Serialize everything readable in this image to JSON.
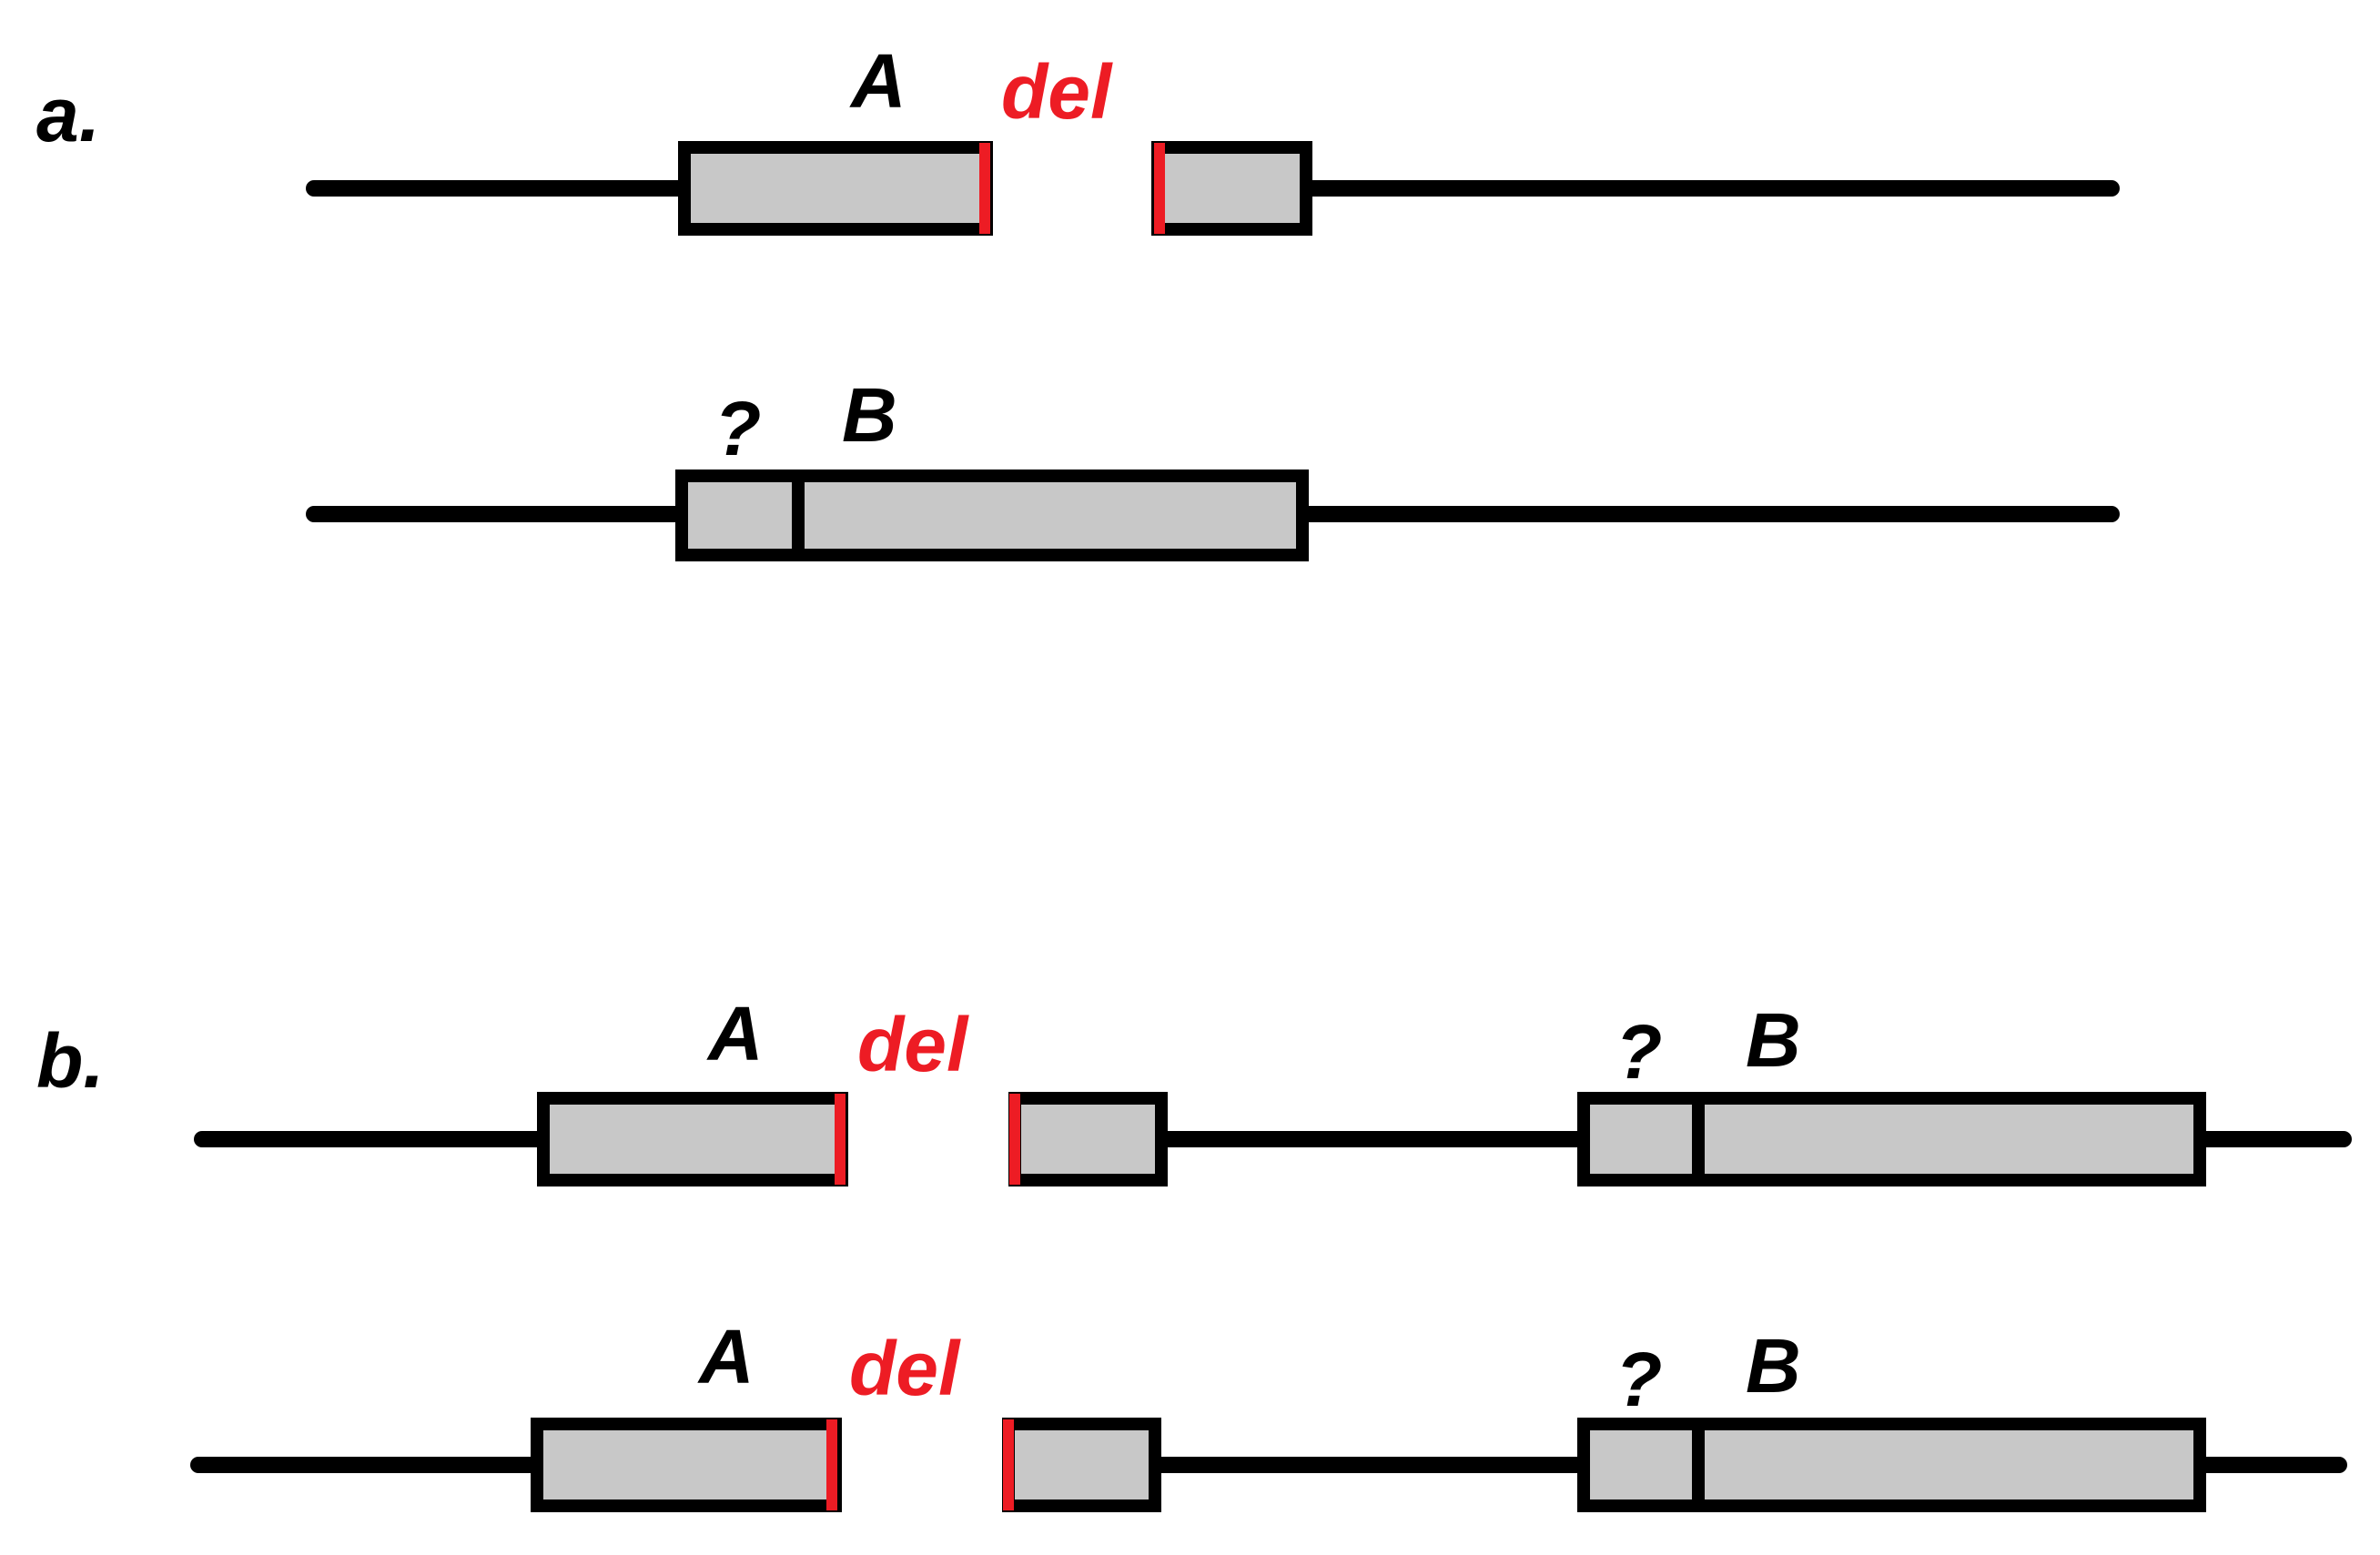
{
  "panels": [
    {
      "label": "a.",
      "rows": [
        {
          "gene_label": "A",
          "deletion_label": "del"
        },
        {
          "unknown_label": "?",
          "gene_label": "B"
        }
      ]
    },
    {
      "label": "b.",
      "rows": [
        {
          "gene_label": "A",
          "deletion_label": "del",
          "unknown_label": "?",
          "gene_label_2": "B"
        },
        {
          "gene_label": "A",
          "deletion_label": "del",
          "unknown_label": "?",
          "gene_label_2": "B"
        }
      ]
    }
  ],
  "colors": {
    "line": "#000000",
    "box_fill": "#c8c8c8",
    "deletion": "#ed1c24",
    "text": "#000000"
  }
}
